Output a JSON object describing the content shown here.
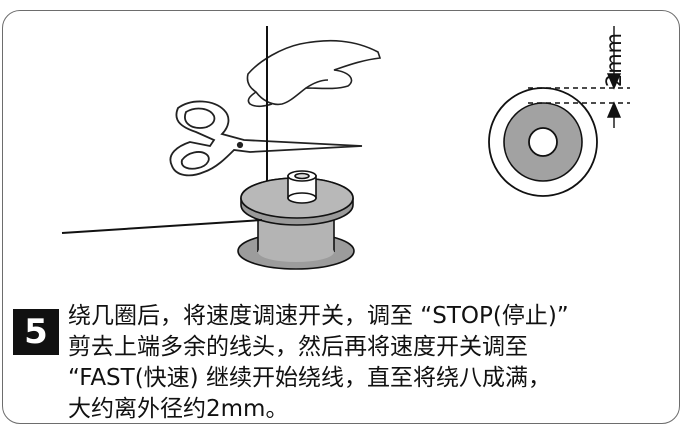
{
  "step": {
    "number": "5"
  },
  "instructions": {
    "line1": "绕几圈后，将速度调速开关，调至 “STOP(停止)”",
    "line2": "剪去上端多余的线头，然后再将速度开关调至",
    "line3": "“FAST(快速) 继续开始绕线，直至将绕八成满，",
    "line4": "大约离外径约2mm。"
  },
  "diagram": {
    "measure_label": "2mm",
    "icons": [
      "hand-icon",
      "scissors-icon",
      "bobbin-icon",
      "bobbin-front-view-icon",
      "dimension-arrows-icon"
    ]
  },
  "colors": {
    "border": "#6d6d6d",
    "bobbin_fill": "#aaaaaa",
    "text": "#111111",
    "badge_bg": "#111111"
  }
}
